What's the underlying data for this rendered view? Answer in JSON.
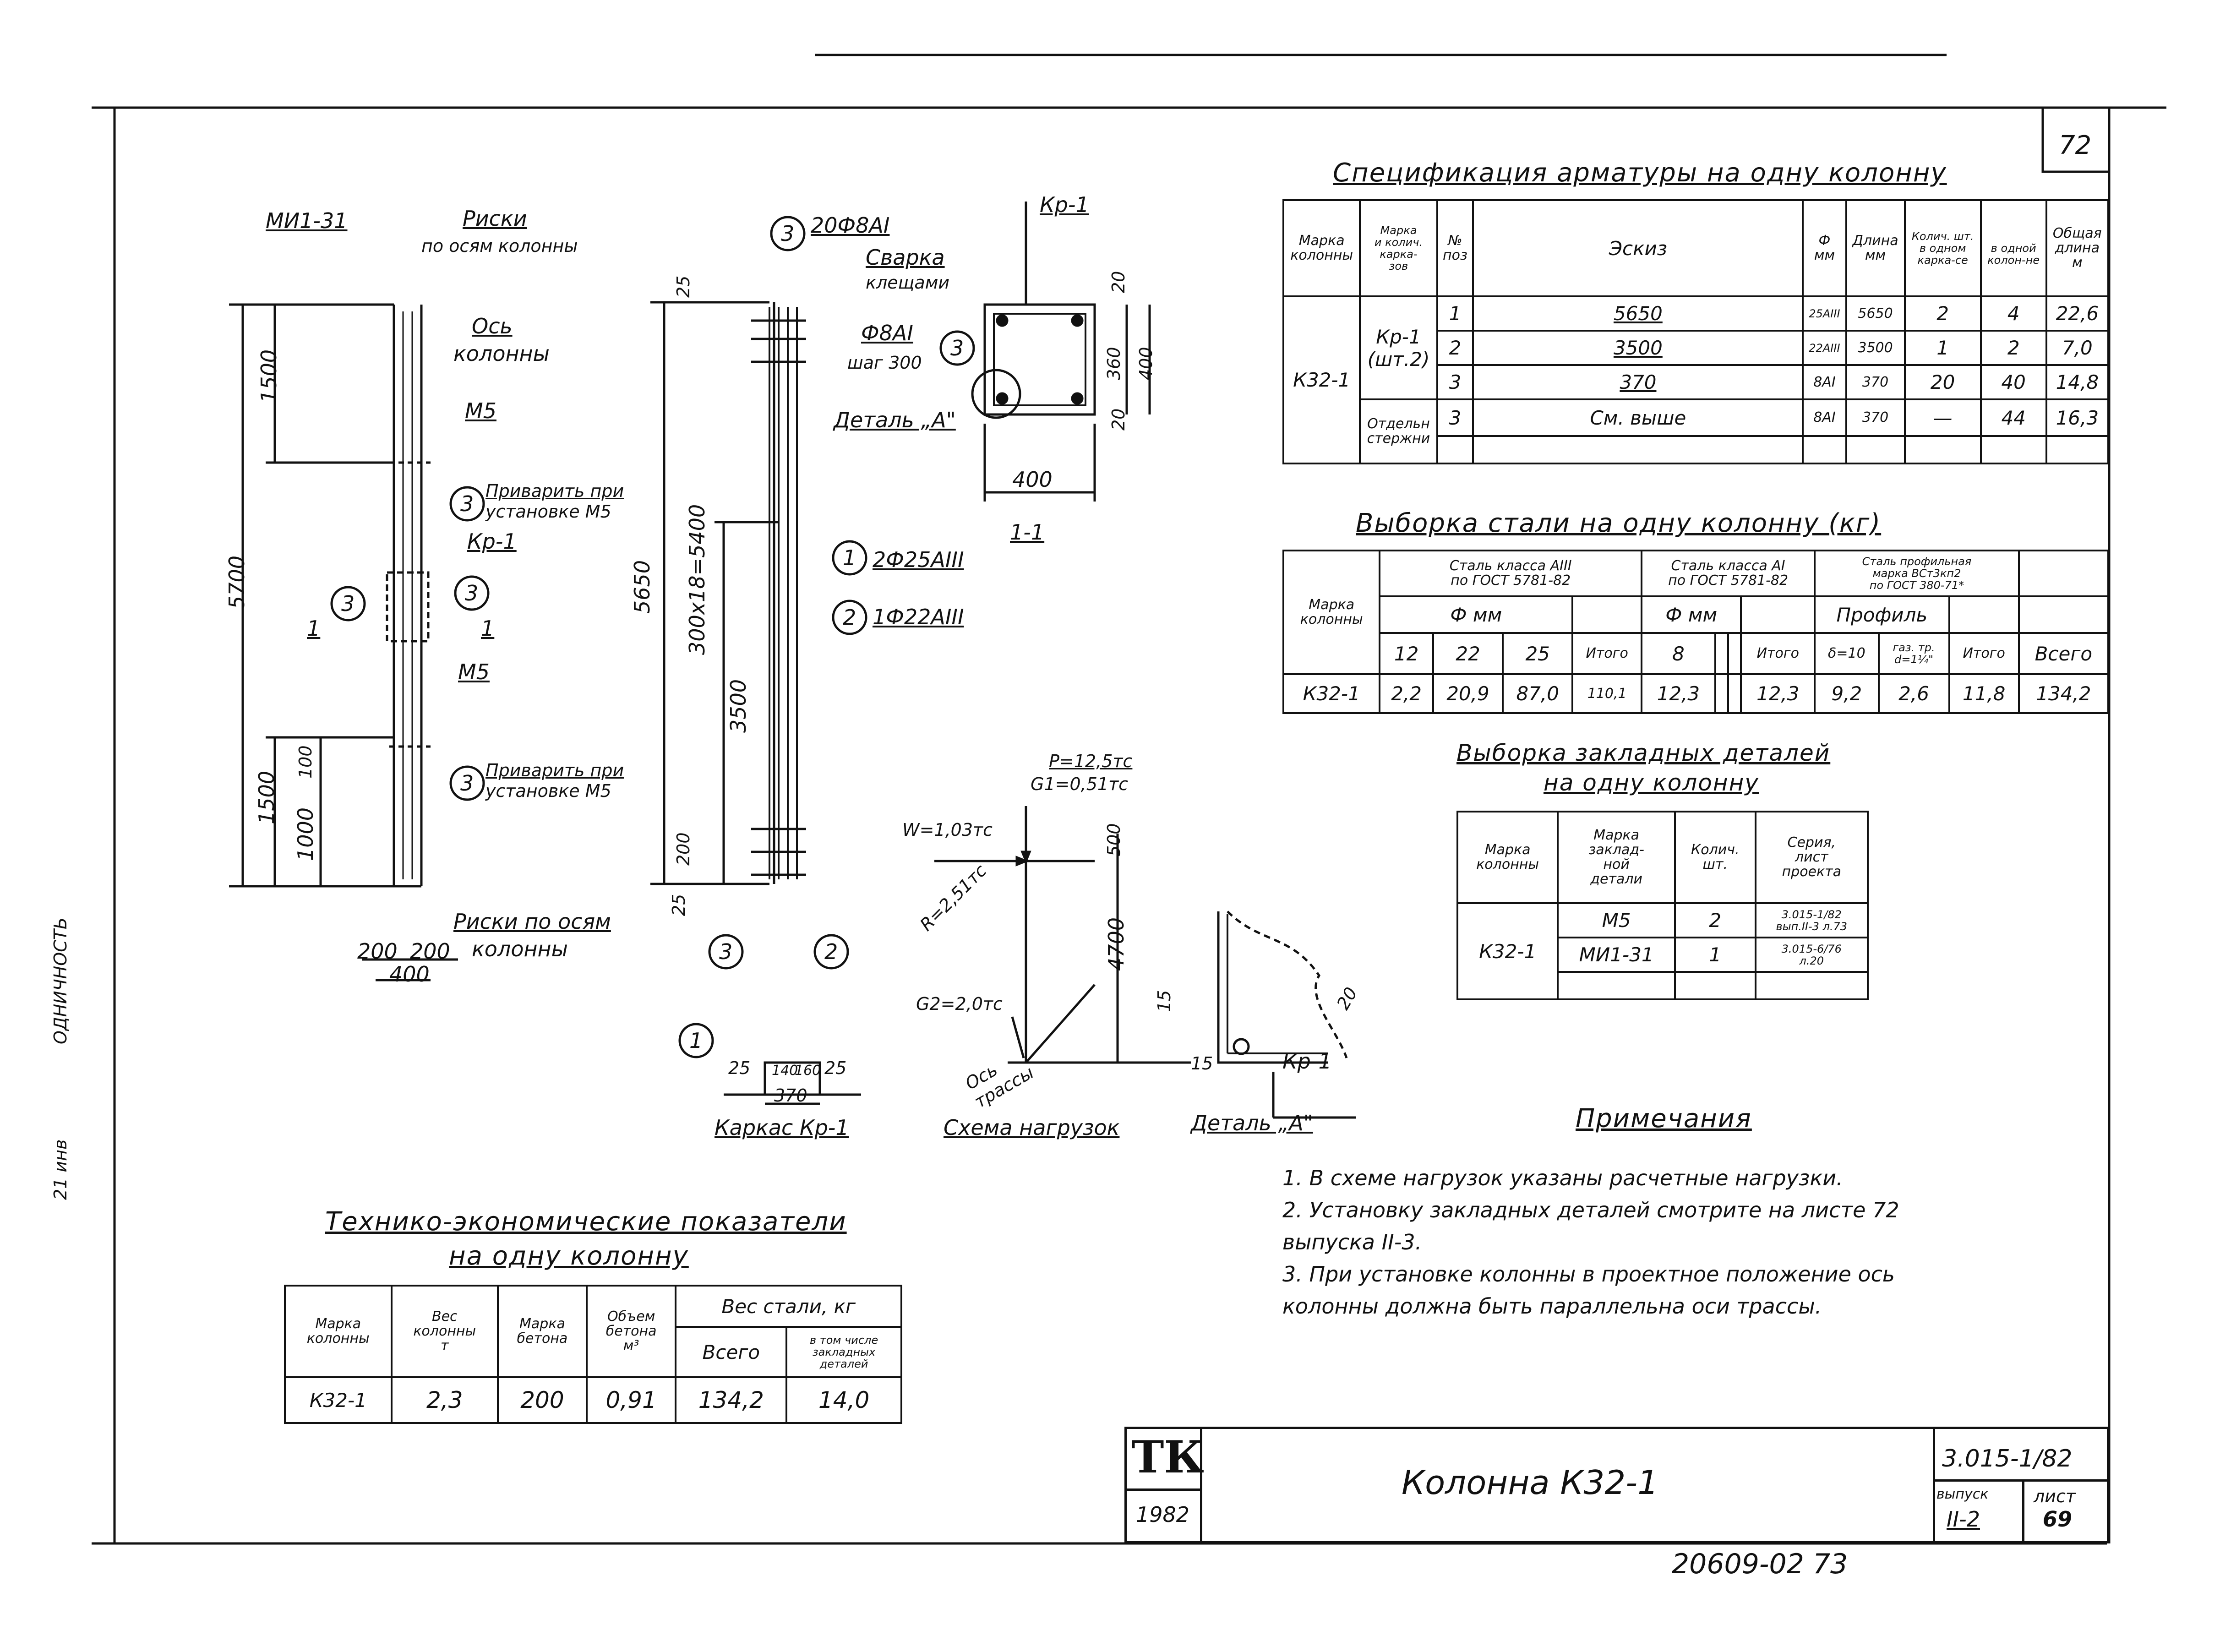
{
  "sheet": {
    "page_number": "72",
    "stamp_side": "ОДНИЧНОСТЬ",
    "stamp_side2": "21 инв"
  },
  "column_drawing": {
    "label_mi": "МИ1-31",
    "riski_title": "Риски",
    "riski_sub": "по осям колонны",
    "os_title": "Ось",
    "os_sub": "колонны",
    "m5_top": "М5",
    "m5_bottom": "М5",
    "kp1": "Кр-1",
    "weld1_a": "Приварить при",
    "weld1_b": "установке М5",
    "weld2_a": "Приварить при",
    "weld2_b": "установке М5",
    "riski_bottom_a": "Риски по осям",
    "riski_bottom_b": "колонны",
    "dim_5700": "5700",
    "dim_1500_top": "1500",
    "dim_1500_bottom": "1500",
    "dim_1000": "1000",
    "dim_100": "100",
    "dim_200a": "200",
    "dim_200b": "200",
    "dim_400": "400",
    "section_mark": "1",
    "pos3": "3"
  },
  "frame_drawing": {
    "top_bar": "20Ф8АI",
    "bar1": "2Ф25АIII",
    "bar2": "1Ф22АIII",
    "dim_5650": "5650",
    "dim_300x18": "300х18=5400",
    "dim_3500": "3500",
    "dim_25_top": "25",
    "dim_25_bottom": "25",
    "dim_200": "200",
    "pos1": "1",
    "pos2": "2",
    "pos3": "3"
  },
  "section_11": {
    "title": "1-1",
    "kp1": "Кр-1",
    "svarka_a": "Сварка",
    "svarka_b": "клещами",
    "rebar_a": "Ф8АI",
    "rebar_b": "шаг 300",
    "detail": "Деталь „А\"",
    "dim_400h": "400",
    "dim_360": "360",
    "dim_400v": "400",
    "dim_20a": "20",
    "dim_20b": "20",
    "pos3": "3"
  },
  "karkas": {
    "title": "Каркас Кр-1",
    "dim_25a": "25",
    "dim_140": "140",
    "dim_160": "160",
    "dim_25b": "25",
    "dim_370": "370",
    "pos1": "1",
    "pos2": "2",
    "pos3": "3"
  },
  "load_scheme": {
    "title": "Схема нагрузок",
    "p": "P=12,5тс",
    "g1": "G1=0,51тс",
    "w": "W=1,03тс",
    "r": "R=2,51тс",
    "g2": "G2=2,0тс",
    "os_a": "Ось",
    "os_b": "трассы",
    "dim_500": "500",
    "dim_4700": "4700"
  },
  "detail_a": {
    "title": "Деталь „А\"",
    "kp1": "Кр-1",
    "dim_15a": "15",
    "dim_15b": "15",
    "dim_20": "20"
  },
  "spec": {
    "title": "Спецификация арматуры на одну колонну",
    "h_marka_a": "Марка",
    "h_marka_b": "колонны",
    "h_karkas_a": "Марка",
    "h_karkas_b": "и колич.",
    "h_karkas_c": "карка-",
    "h_karkas_d": "зов",
    "h_no_a": "№",
    "h_no_b": "поз",
    "h_eskiz": "Эскиз",
    "h_phi_a": "Ф",
    "h_phi_b": "мм",
    "h_len_a": "Длина",
    "h_len_b": "мм",
    "h_qty": "Колич. шт.",
    "h_qty1_a": "в",
    "h_qty1_b": "одном",
    "h_qty1_c": "карка-",
    "h_qty1_d": "се",
    "h_qty2_a": "в",
    "h_qty2_b": "одной",
    "h_qty2_c": "колон-",
    "h_qty2_d": "не",
    "h_total_a": "Общая",
    "h_total_b": "длина",
    "h_total_c": "м",
    "col_mark": "К32-1",
    "karkas_mark": "Кр-1",
    "karkas_count": "(шт.2)",
    "separate_a": "Отдельн",
    "separate_b": "стержни",
    "rows": [
      {
        "pos": "1",
        "eskiz": "5650",
        "phi": "25АIII",
        "len": "5650",
        "q1": "2",
        "q2": "4",
        "total": "22,6"
      },
      {
        "pos": "2",
        "eskiz": "3500",
        "phi": "22АIII",
        "len": "3500",
        "q1": "1",
        "q2": "2",
        "total": "7,0"
      },
      {
        "pos": "3",
        "eskiz": "370",
        "phi": "8АI",
        "len": "370",
        "q1": "20",
        "q2": "40",
        "total": "14,8"
      },
      {
        "pos": "3",
        "eskiz": "См. выше",
        "phi": "8АI",
        "len": "370",
        "q1": "—",
        "q2": "44",
        "total": "16,3"
      }
    ]
  },
  "steel": {
    "title": "Выборка стали на одну колонну (кг)",
    "h_marka_a": "Марка",
    "h_marka_b": "колонны",
    "h_a3_a": "Сталь класса АIII",
    "h_a3_b": "по ГОСТ 5781-82",
    "h_a1_a": "Сталь класса АI",
    "h_a1_b": "по ГОСТ 5781-82",
    "h_prof_a": "Сталь профильная",
    "h_prof_b": "марка ВСт3кп2",
    "h_prof_c": "по ГОСТ 380-71*",
    "h_phi1": "Ф мм",
    "h_phi2": "Ф мм",
    "h_profile": "Профиль",
    "h_12": "12",
    "h_22": "22",
    "h_25": "25",
    "h_itogo1": "Итого",
    "h_8": "8",
    "h_itogo2": "Итого",
    "h_d10": "δ=10",
    "h_pipe_a": "газ. тр.",
    "h_pipe_b": "d=1¼\"",
    "h_itogo3": "Итого",
    "h_vsego": "Всего",
    "row": {
      "mark": "К32-1",
      "v12": "2,2",
      "v22": "20,9",
      "v25": "87,0",
      "itogo1": "110,1",
      "v8": "12,3",
      "itogo2": "12,3",
      "d10": "9,2",
      "pipe": "2,6",
      "itogo3": "11,8",
      "vsego": "134,2"
    }
  },
  "embedded": {
    "title_a": "Выборка закладных деталей",
    "title_b": "на одну колонну",
    "h_marka_a": "Марка",
    "h_marka_b": "колонны",
    "h_det_a": "Марка",
    "h_det_b": "заклад-",
    "h_det_c": "ной",
    "h_det_d": "детали",
    "h_qty_a": "Колич.",
    "h_qty_b": "шт.",
    "h_ser_a": "Серия,",
    "h_ser_b": "лист",
    "h_ser_c": "проекта",
    "col_mark": "К32-1",
    "rows": [
      {
        "det": "М5",
        "qty": "2",
        "ser_a": "3.015-1/82",
        "ser_b": "вып.II-3 л.73"
      },
      {
        "det": "МИ1-31",
        "qty": "1",
        "ser_a": "3.015-6/76",
        "ser_b": "л.20"
      }
    ]
  },
  "notes": {
    "title": "Примечания",
    "lines": [
      "1. В схеме нагрузок указаны расчетные нагрузки.",
      "2. Установку закладных деталей смотрите на листе 72",
      "    выпуска II-3.",
      "3. При установке колонны в проектное положение ось",
      "    колонны должна быть параллельна оси трассы."
    ]
  },
  "tech": {
    "title_a": "Технико-экономические показатели",
    "title_b": "на одну колонну",
    "h_marka_a": "Марка",
    "h_marka_b": "колонны",
    "h_ves_a": "Вес",
    "h_ves_b": "колонны",
    "h_ves_c": "т",
    "h_beton_a": "Марка",
    "h_beton_b": "бетона",
    "h_obem_a": "Объем",
    "h_obem_b": "бетона",
    "h_obem_c": "м³",
    "h_steel": "Вес стали, кг",
    "h_vsego": "Всего",
    "h_incl_a": "в том числе",
    "h_incl_b": "закладных",
    "h_incl_c": "деталей",
    "row": {
      "mark": "К32-1",
      "ves": "2,3",
      "beton": "200",
      "obem": "0,91",
      "vsego": "134,2",
      "incl": "14,0"
    }
  },
  "title_block": {
    "logo": "ТК",
    "year": "1982",
    "name": "Колонна К32-1",
    "series": "3.015-1/82",
    "vypusk_label": "выпуск",
    "vypusk": "II-2",
    "list_label": "лист",
    "list": "69",
    "archive": "20609-02 73"
  }
}
